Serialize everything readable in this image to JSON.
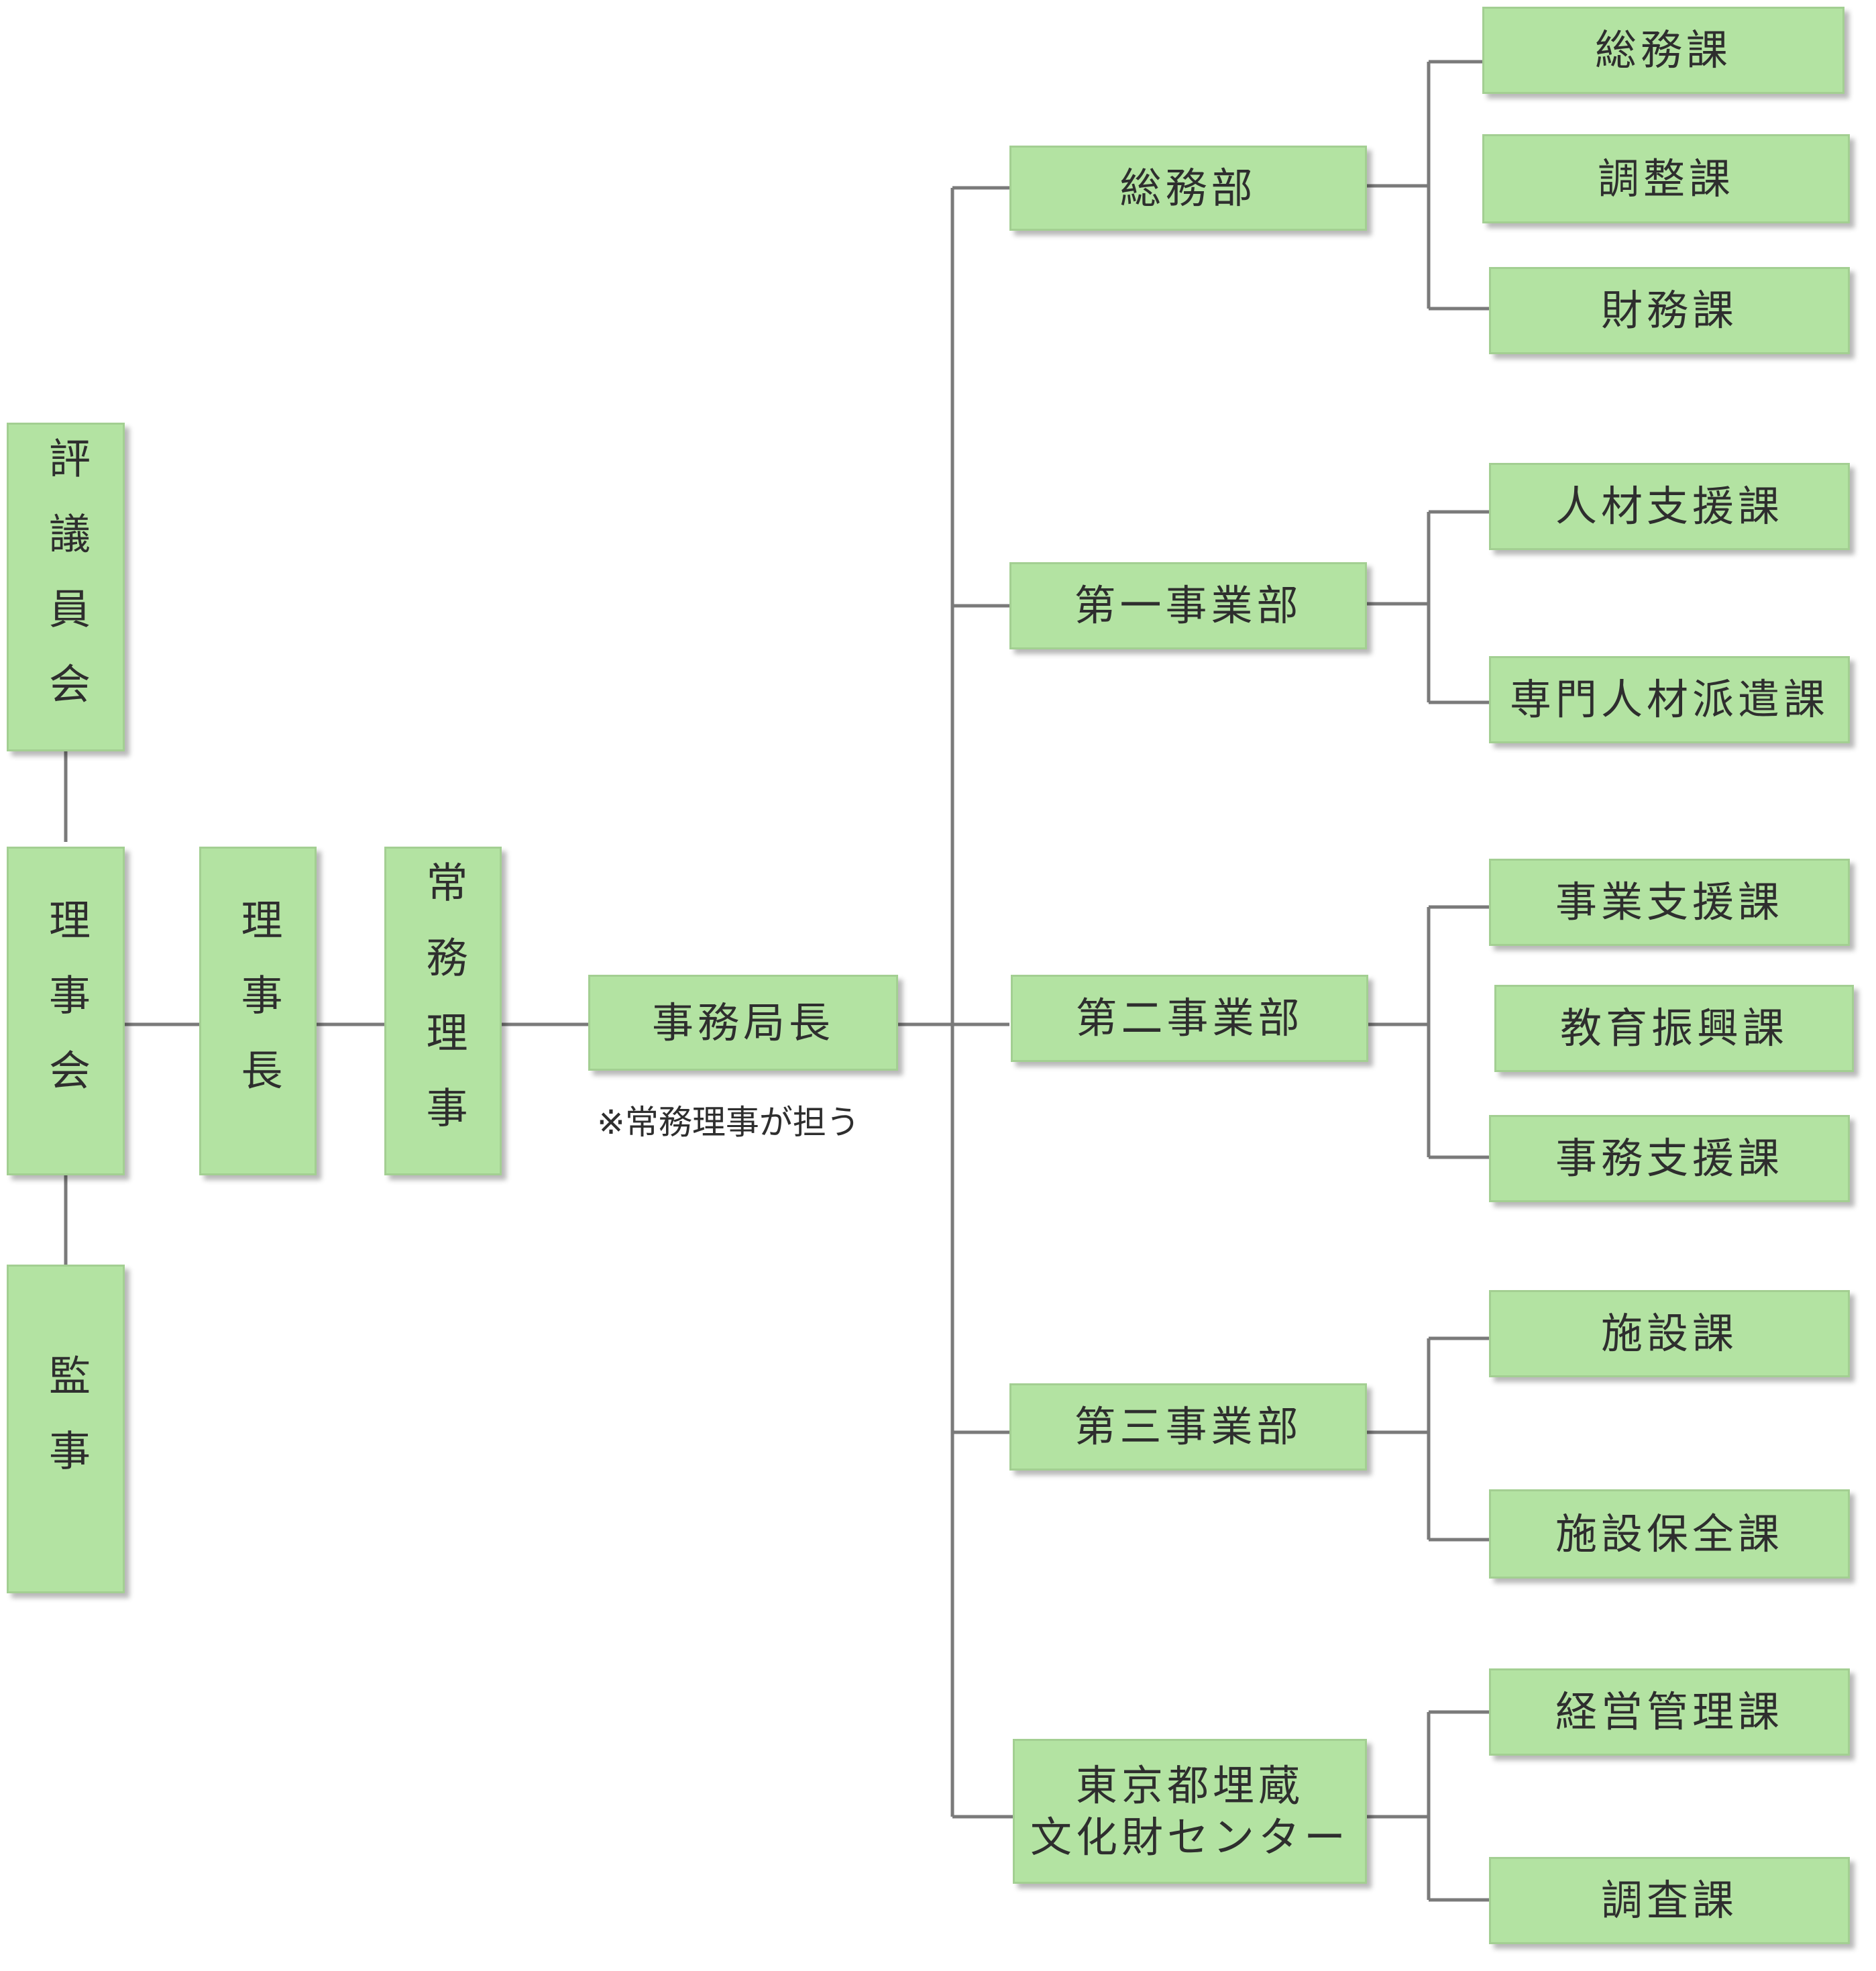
{
  "governance": {
    "council": "評議員会",
    "board": "理事会",
    "auditor": "監事",
    "chairman": "理事長",
    "managing_director": "常務理事"
  },
  "secretariat": {
    "label": "事務局長",
    "note": "※常務理事が担う"
  },
  "departments": [
    {
      "label": "総務部",
      "sections": [
        "総務課",
        "調整課",
        "財務課"
      ]
    },
    {
      "label": "第一事業部",
      "sections": [
        "人材支援課",
        "専門人材派遣課"
      ]
    },
    {
      "label": "第二事業部",
      "sections": [
        "事業支援課",
        "教育振興課",
        "事務支援課"
      ]
    },
    {
      "label": "第三事業部",
      "sections": [
        "施設課",
        "施設保全課"
      ]
    },
    {
      "label_lines": [
        "東京都埋蔵",
        "文化財センター"
      ],
      "sections": [
        "経営管理課",
        "調査課"
      ]
    }
  ],
  "colors": {
    "box_fill": "#b3e3a2",
    "box_border": "#a3cf92",
    "line": "#7a7a7a"
  }
}
